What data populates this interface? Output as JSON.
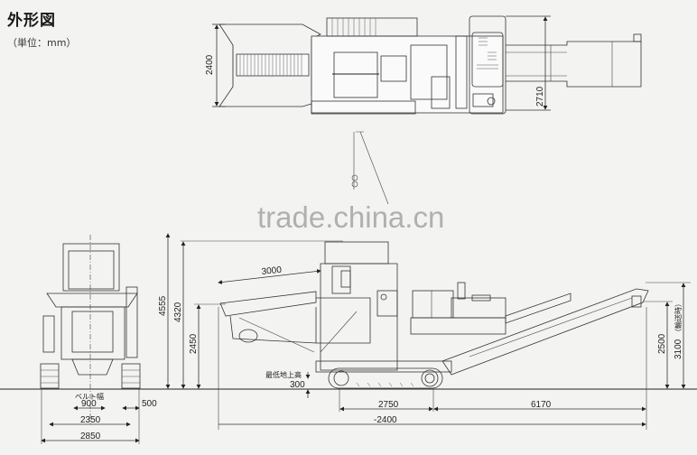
{
  "title": "外形図",
  "unit_label": "（単位：mm）",
  "watermark": "trade.china.cn",
  "top_view": {
    "width_dim": "2400",
    "conveyor_width_dim": "2710"
  },
  "front_view": {
    "belt_width_label": "ベルト幅",
    "belt_width_dim": "900",
    "track_width_dim": "500",
    "track_gauge_dim": "2350",
    "overall_width_dim": "2850"
  },
  "side_view": {
    "height_total_dim": "4555",
    "height_hopper_dim": "4320",
    "height_feeder_dim": "2450",
    "feeder_length_dim": "3000",
    "ground_clearance_label": "最低地上高",
    "ground_clearance_dim": "300",
    "track_length_dim": "2750",
    "conveyor_length_dim": "6170",
    "overall_length_dim": "-2400",
    "discharge_height_dim": "2500",
    "transport_height_dim": "3100",
    "transport_height_note": "（輸送時）"
  }
}
